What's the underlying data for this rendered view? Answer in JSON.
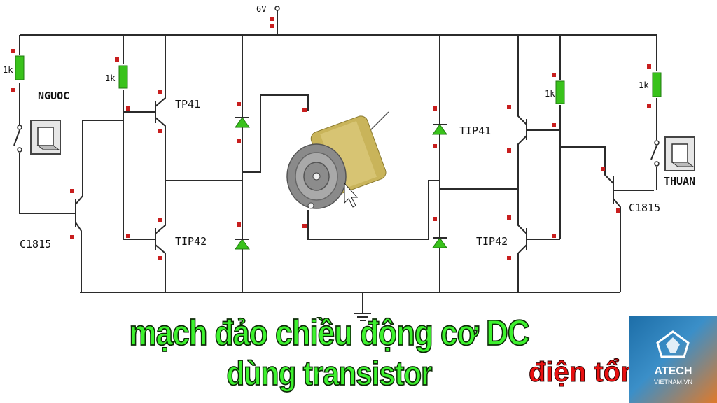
{
  "supply_label": "6V",
  "left": {
    "switch_label": "NGUOC",
    "resistor_1": "1k",
    "resistor_2": "1k",
    "driver_transistor": "C1815",
    "upper_transistor": "TP41",
    "lower_transistor": "TIP42"
  },
  "right": {
    "switch_label": "THUAN",
    "resistor_1": "1k",
    "resistor_2": "1k",
    "driver_transistor": "C1815",
    "upper_transistor": "TIP41",
    "lower_transistor": "TIP42"
  },
  "caption": {
    "line1": "mạch đảo chiều động cơ DC",
    "line2": "dùng transistor"
  },
  "ticker": "điện tổng hợp",
  "logo": {
    "name": "ATECH",
    "sub": "VIETNAM.VN"
  },
  "colors": {
    "caption_text": "#3df22e",
    "ticker_text": "#e81010",
    "resistor": "#39c21b",
    "pin": "#c81e1e"
  }
}
